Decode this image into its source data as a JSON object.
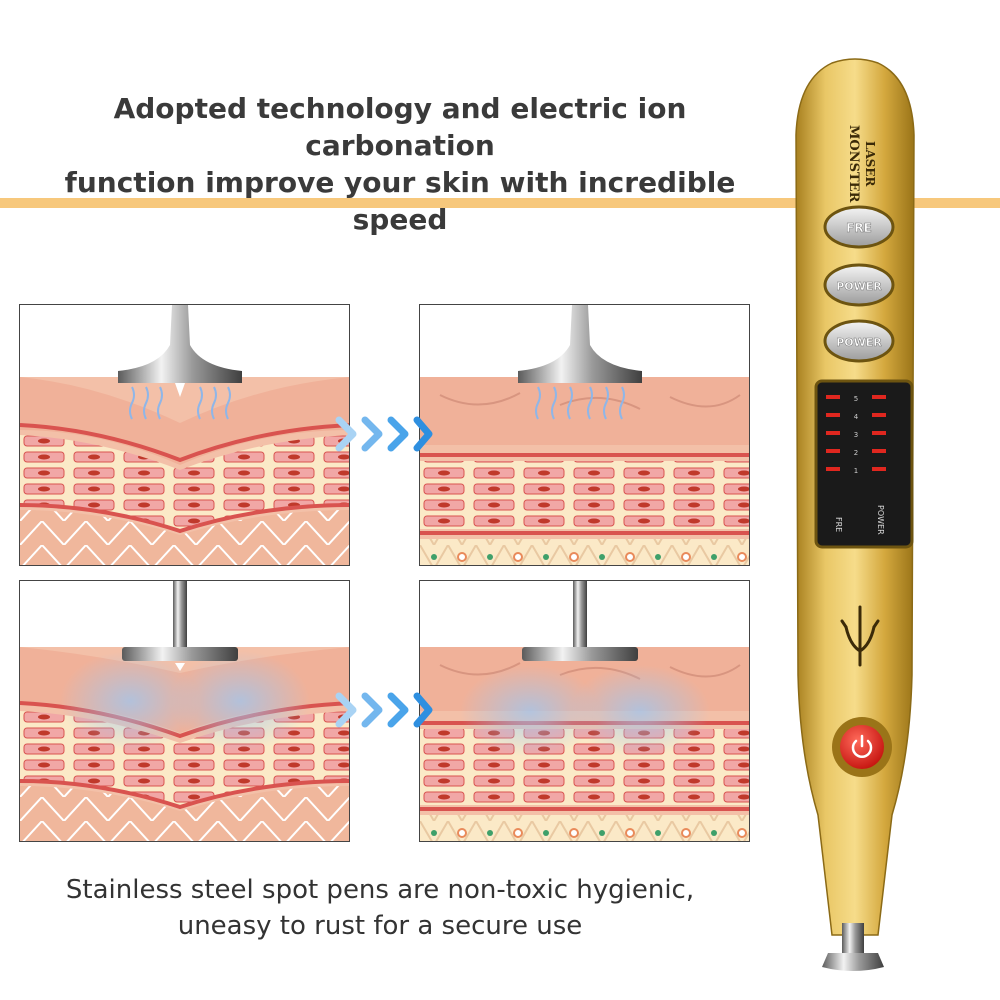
{
  "headline": {
    "line1": "Adopted technology and electric ion carbonation",
    "line2": "function improve your skin with incredible speed"
  },
  "caption": {
    "line1": "Stainless steel spot pens are non-toxic hygienic,",
    "line2": "uneasy to rust for a secure use"
  },
  "device": {
    "brand_line1": "MONSTER",
    "brand_line2": "LASER",
    "button_1": "FRE",
    "button_2": "POWER",
    "button_3": "POWER",
    "display_label_left": "FRE",
    "display_label_right": "POWER",
    "level_marks": [
      "5",
      "4",
      "3",
      "2",
      "1"
    ]
  },
  "colors": {
    "band": "#f7c87c",
    "skin_top": "#f3b79e",
    "skin_line": "#d9534f",
    "tissue": "#fbe9c7",
    "arrow": "#2e9be6",
    "pen_gold": "#d9b048",
    "power_button": "#e8221e"
  }
}
